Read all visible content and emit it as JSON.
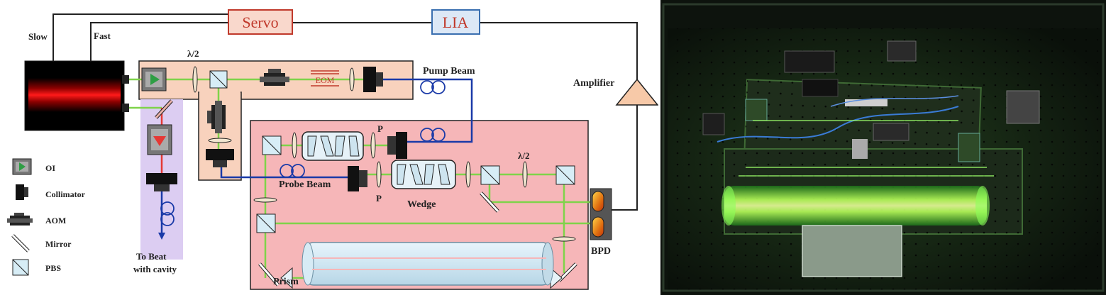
{
  "labels": {
    "servo": "Servo",
    "lia": "LIA",
    "slow": "Slow",
    "fast": "Fast",
    "half_wave_top": "λ/2",
    "half_wave_right": "λ/2",
    "eom": "EOM",
    "pump_beam": "Pump Beam",
    "probe_beam": "Probe Beam",
    "amplifier": "Amplifier",
    "wedge": "Wedge",
    "polarizer_top": "P",
    "polarizer_bottom": "P",
    "bpd": "BPD",
    "prism": "Prism",
    "to_beat_line1": "To Beat",
    "to_beat_line2": "with cavity"
  },
  "legend": [
    {
      "icon": "optical-isolator-icon",
      "label": "OI"
    },
    {
      "icon": "collimator-icon",
      "label": "Collimator"
    },
    {
      "icon": "aom-icon",
      "label": "AOM"
    },
    {
      "icon": "mirror-icon",
      "label": "Mirror"
    },
    {
      "icon": "pbs-icon",
      "label": "PBS"
    }
  ],
  "colors": {
    "beam_green": "#7fd34a",
    "fiber_blue": "#1a3aa8",
    "servo_fill": "#f9d8cc",
    "servo_border": "#c0392b",
    "servo_text": "#c0392b",
    "lia_fill": "#dce8f6",
    "lia_border": "#3a6fb0",
    "lia_text": "#c0392b",
    "top_table": "#f8d2bd",
    "bottom_table": "#f6b6b8",
    "fiber_path_band": "#dccdf2",
    "amplifier_fill": "#f7c9a8"
  }
}
